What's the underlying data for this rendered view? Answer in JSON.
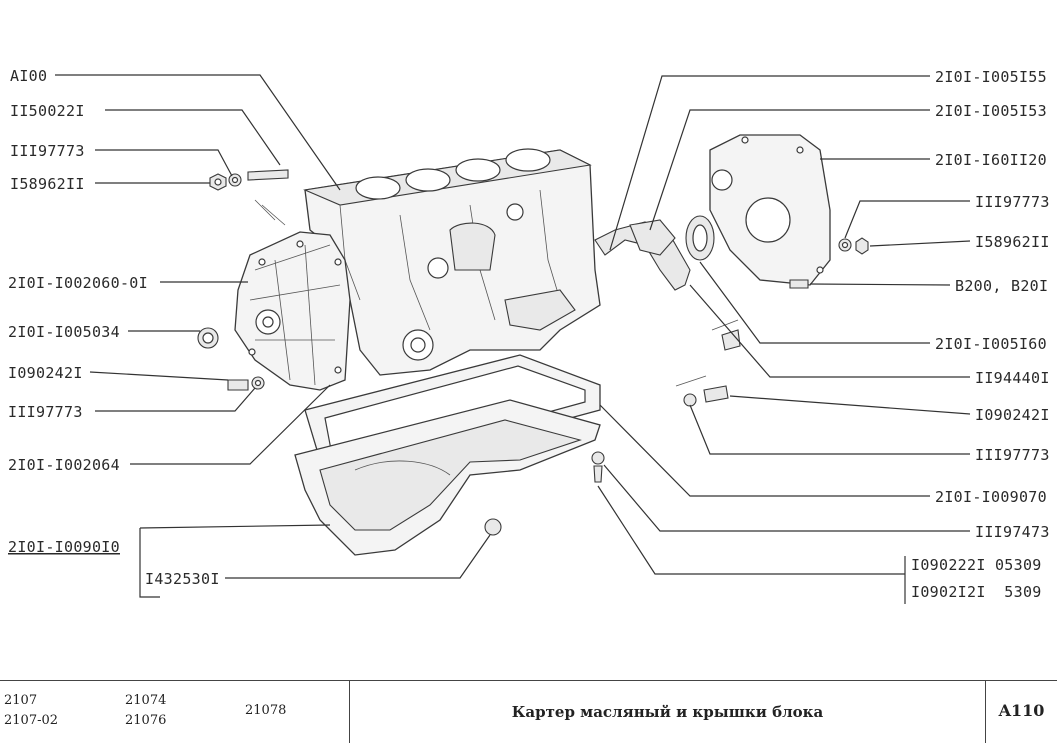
{
  "left_labels": [
    {
      "id": "a100",
      "text": "AI00"
    },
    {
      "id": "l2",
      "text": "II50022I"
    },
    {
      "id": "l3",
      "text": "III97773"
    },
    {
      "id": "l4",
      "text": "I58962II"
    },
    {
      "id": "l5",
      "text": "2I0I-I002060-0I"
    },
    {
      "id": "l6",
      "text": "2I0I-I005034"
    },
    {
      "id": "l7",
      "text": "I090242I"
    },
    {
      "id": "l8",
      "text": "III97773"
    },
    {
      "id": "l9",
      "text": "2I0I-I002064"
    },
    {
      "id": "l10",
      "text": "2I0I-I0090I0"
    },
    {
      "id": "l11",
      "text": "I432530I"
    }
  ],
  "right_labels": [
    {
      "id": "r1",
      "text": "2I0I-I005I55"
    },
    {
      "id": "r2",
      "text": "2I0I-I005I53"
    },
    {
      "id": "r3",
      "text": "2I0I-I60II20"
    },
    {
      "id": "r4",
      "text": "III97773"
    },
    {
      "id": "r5",
      "text": "I58962II"
    },
    {
      "id": "r6",
      "text": "B200, B20I"
    },
    {
      "id": "r7",
      "text": "2I0I-I005I60"
    },
    {
      "id": "r8",
      "text": "II94440I"
    },
    {
      "id": "r9",
      "text": "I090242I"
    },
    {
      "id": "r10",
      "text": "III97773"
    },
    {
      "id": "r11",
      "text": "2I0I-I009070"
    },
    {
      "id": "r12",
      "text": "III97473"
    },
    {
      "id": "r13",
      "text": "I090222I 05309"
    },
    {
      "id": "r14",
      "text": "I0902I2I  5309"
    }
  ],
  "footer": {
    "models_col1": [
      "2107",
      "2107-02"
    ],
    "models_col2": [
      "21074",
      "21076"
    ],
    "models_col3": "21078",
    "caption": "Картер масляный и крышки блока",
    "code": "A110"
  }
}
